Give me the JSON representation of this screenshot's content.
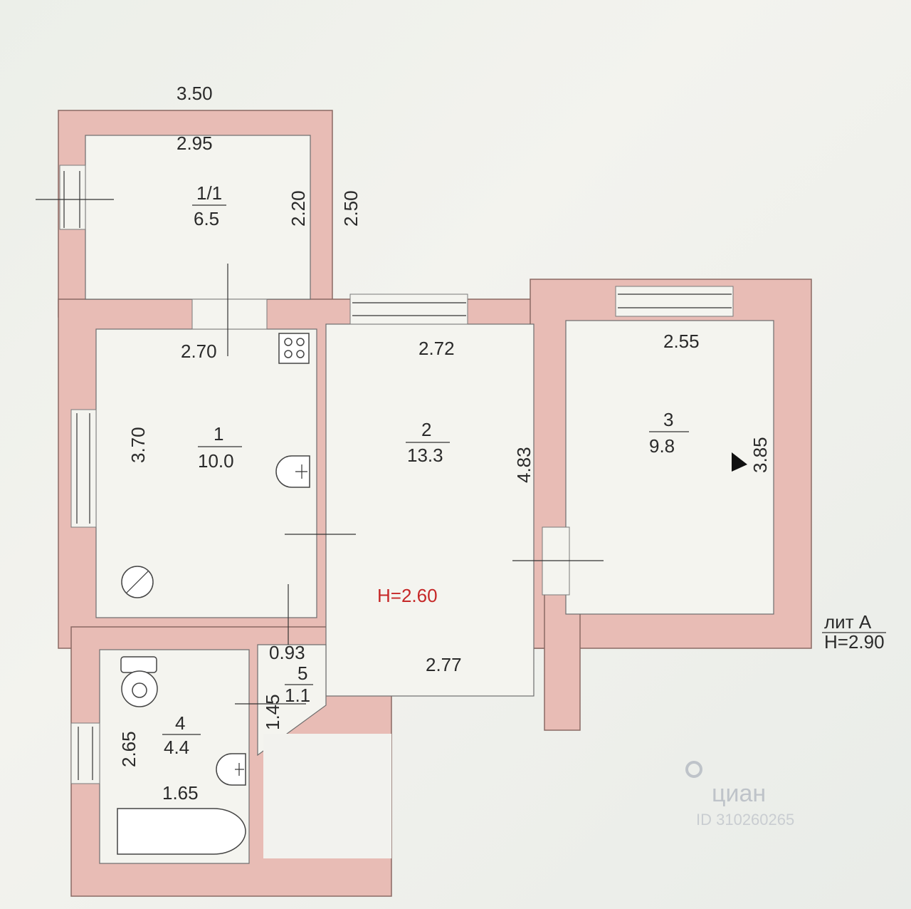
{
  "dims": {
    "top_outer": "3.50",
    "balcony_inner_w": "2.95",
    "balcony_inner_h": "2.20",
    "balcony_outer_h": "2.50",
    "kitchen_w": "2.70",
    "kitchen_h": "3.70",
    "room2_w_top": "2.72",
    "room2_h": "4.83",
    "room2_w_bottom": "2.77",
    "room3_w": "2.55",
    "room3_h": "3.85",
    "hall_w": "0.93",
    "hall_h": "1.45",
    "bath_h": "2.65",
    "bath_w": "1.65"
  },
  "rooms": {
    "balcony": {
      "num": "1/1",
      "area": "6.5"
    },
    "kitchen": {
      "num": "1",
      "area": "10.0"
    },
    "room2": {
      "num": "2",
      "area": "13.3"
    },
    "room3": {
      "num": "3",
      "area": "9.8"
    },
    "bath": {
      "num": "4",
      "area": "4.4"
    },
    "hall": {
      "num": "5",
      "area": "1.1"
    }
  },
  "ceiling_height": "H=2.60",
  "lit": {
    "line1": "лит А",
    "line2": "H=2.90"
  },
  "watermark": {
    "brand": "циан",
    "id": "ID 310260265"
  }
}
